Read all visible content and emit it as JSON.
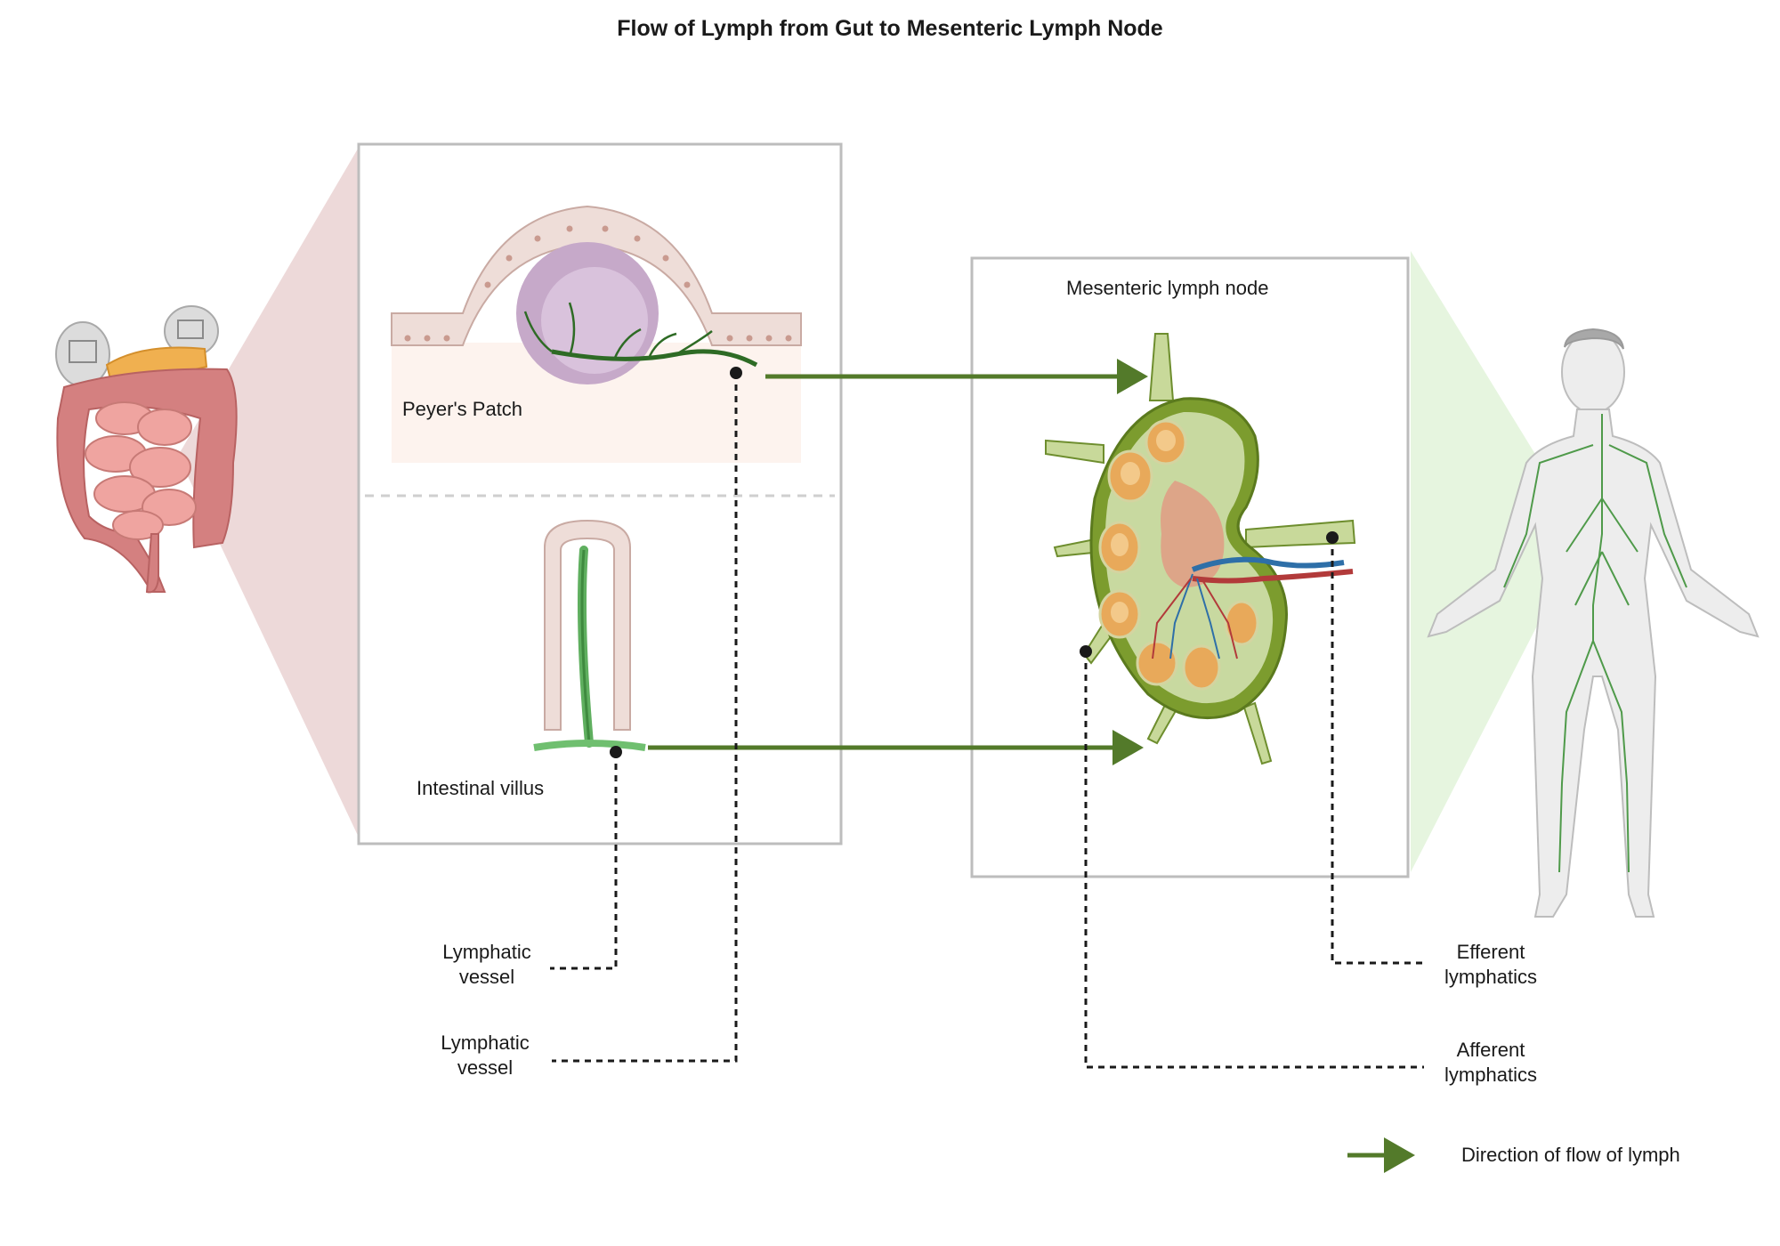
{
  "title": "Flow of Lymph from Gut to Mesenteric Lymph Node",
  "labels": {
    "peyers_patch": "Peyer's Patch",
    "intestinal_villus": "Intestinal villus",
    "mesenteric_lymph_node": "Mesenteric lymph node",
    "lymphatic_vessel_1": [
      "Lymphatic",
      "vessel"
    ],
    "lymphatic_vessel_2": [
      "Lymphatic",
      "vessel"
    ],
    "efferent_lymphatics": [
      "Efferent",
      "lymphatics"
    ],
    "afferent_lymphatics": [
      "Afferent",
      "lymphatics"
    ]
  },
  "legend": {
    "arrow_label": "Direction of flow of lymph"
  },
  "colors": {
    "flow_arrow": "#537A2A",
    "lymph_vessel": "#2E7D32",
    "callout_line": "#1a1a1a",
    "panel_border": "#b8b8b8",
    "gut_zoom": "#E6C4C4",
    "body_zoom": "#DDF2D6"
  }
}
